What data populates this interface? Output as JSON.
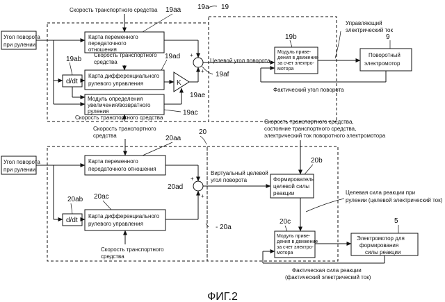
{
  "figure_caption": "ФИГ.2",
  "top_system": {
    "ref": "19",
    "input_label": [
      "Угол поворота",
      "при рулении"
    ],
    "blocks": {
      "vgr_map": {
        "ref": "19aa",
        "label": [
          "Карта переменного",
          "передаточного",
          "отношения"
        ]
      },
      "derivative": {
        "ref": "19ab",
        "label": "d/dt"
      },
      "diff_map": {
        "ref": "19ad",
        "label": [
          "Карта дифференциального",
          "рулевого управления"
        ]
      },
      "gain": {
        "ref": "19ae",
        "label": "K"
      },
      "judge": {
        "ref": "19ac",
        "label": [
          "Модуль определения",
          "увеличения/возвратного",
          "руления"
        ]
      },
      "motor_drive": {
        "ref": "19b",
        "label": [
          "Модуль приве-",
          "дения в движение",
          "за счет электро-",
          "мотора"
        ]
      },
      "motor": {
        "ref": "9",
        "label": [
          "Поворотный",
          "электромотор"
        ]
      }
    },
    "refs": {
      "group": "19a",
      "adder": "19af"
    },
    "signals": {
      "vehicle_speed_1": "Скорость транспортного средства",
      "vehicle_speed_2": [
        "Скорость транспортного",
        "средства"
      ],
      "vehicle_speed_3": "Скорость транспортного средства",
      "target_angle": "Целевой угол поворота",
      "control_current": [
        "Управляющий",
        "электрический ток"
      ],
      "actual_angle": "Фактический угол поворота"
    }
  },
  "bottom_system": {
    "ref": "20",
    "input_label": [
      "Угол поворота",
      "при рулении"
    ],
    "blocks": {
      "vgr_map": {
        "ref": "20aa",
        "label": [
          "Карта переменного",
          "передаточного отношения"
        ]
      },
      "derivative": {
        "ref": "20ab",
        "label": "d/dt"
      },
      "diff_map": {
        "ref": "20ac",
        "label": [
          "Карта дифференциального",
          "рулевого управления"
        ]
      },
      "target_former": {
        "ref": "20b",
        "label": [
          "Формирователь",
          "целевой силы",
          "реакции"
        ]
      },
      "motor_drive": {
        "ref": "20c",
        "label": [
          "Модуль приве-",
          "дения в движение",
          "за счет электро-",
          "мотора"
        ]
      },
      "motor": {
        "ref": "5",
        "label": [
          "Электромотор для",
          "формирования",
          "силы реакции"
        ]
      }
    },
    "refs": {
      "group": "20a",
      "adder": "20ad"
    },
    "signals": {
      "vehicle_speed_top": [
        "Скорость транспортного",
        "средства"
      ],
      "vehicle_speed_bottom": [
        "Скорость транспортного",
        "средства"
      ],
      "virtual_target": [
        "Виртуальный целевой",
        "угол поворота"
      ],
      "state_inputs": [
        "Скорость транспортного средства,",
        "состояние транспортного средства,",
        "электрический ток поворотного электромотора"
      ],
      "target_reaction": [
        "Целевая сила реакции при",
        "рулении (целевой электрический ток)"
      ],
      "actual_reaction": [
        "Фактическая сила реакции",
        "(фактический электрический ток)"
      ]
    }
  }
}
